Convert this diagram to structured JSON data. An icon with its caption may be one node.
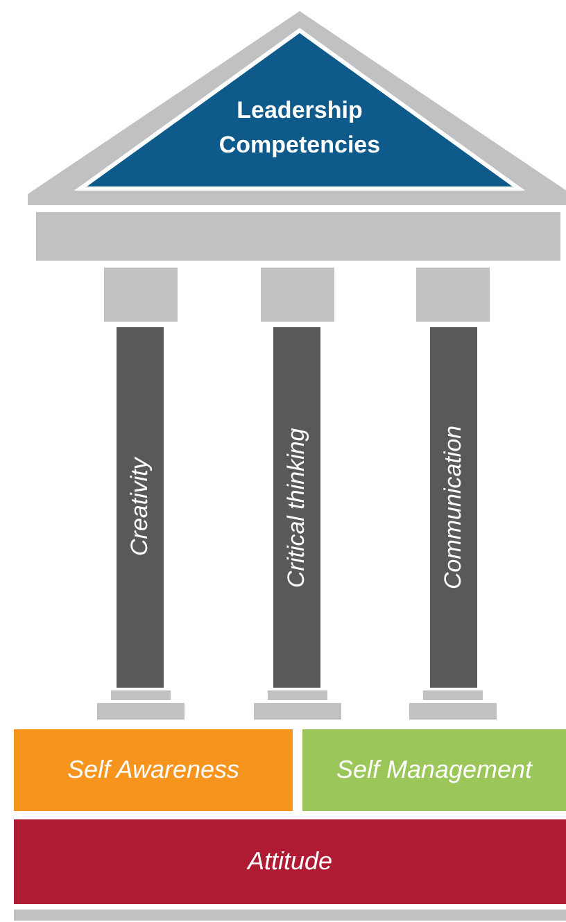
{
  "diagram": {
    "nodes": [
      {
        "text": [
          "Leadership Competencies"
        ]
      },
      {
        "text": [
          "Creativity"
        ]
      },
      {
        "text": [
          "Critical thinking"
        ]
      },
      {
        "text": [
          "Communication"
        ]
      },
      {
        "text": [
          "Self Awareness"
        ]
      },
      {
        "text": [
          "Self Management"
        ]
      },
      {
        "text": [
          "Attitude"
        ]
      }
    ]
  }
}
